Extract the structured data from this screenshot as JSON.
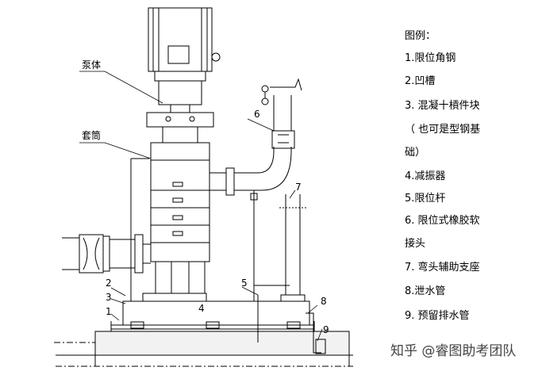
{
  "labels": {
    "pump_body": "泵体",
    "sleeve": "套筒",
    "n1": "1",
    "n2": "2",
    "n3": "3",
    "n4": "4",
    "n5": "5",
    "n6": "6",
    "n7": "7",
    "n8": "8",
    "n9": "9"
  },
  "legend": {
    "title": "图例：",
    "items": [
      "1.限位角钢",
      "2.凹槽",
      "3.  混凝十槓件块",
      "（ 也可是型钢基",
      "础）",
      "4.减振器",
      "5.限位杆",
      "6.  限位式橡胶软",
      "接头",
      "7.  弯头辅助支座",
      "8.泄水管",
      "9.  预留排水管"
    ]
  },
  "watermark": "知乎 @睿图助考团队"
}
